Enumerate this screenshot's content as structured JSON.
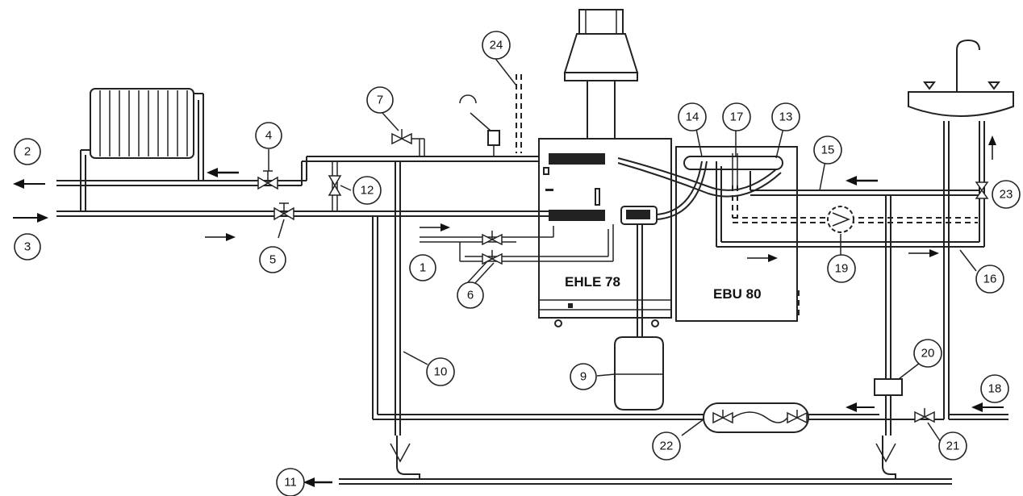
{
  "units": {
    "boiler": "EHLE 78",
    "cylinder": "EBU 80"
  },
  "callouts": [
    "1",
    "2",
    "3",
    "4",
    "5",
    "6",
    "7",
    "9",
    "10",
    "11",
    "12",
    "13",
    "14",
    "15",
    "16",
    "17",
    "18",
    "19",
    "20",
    "21",
    "22",
    "23",
    "24"
  ]
}
